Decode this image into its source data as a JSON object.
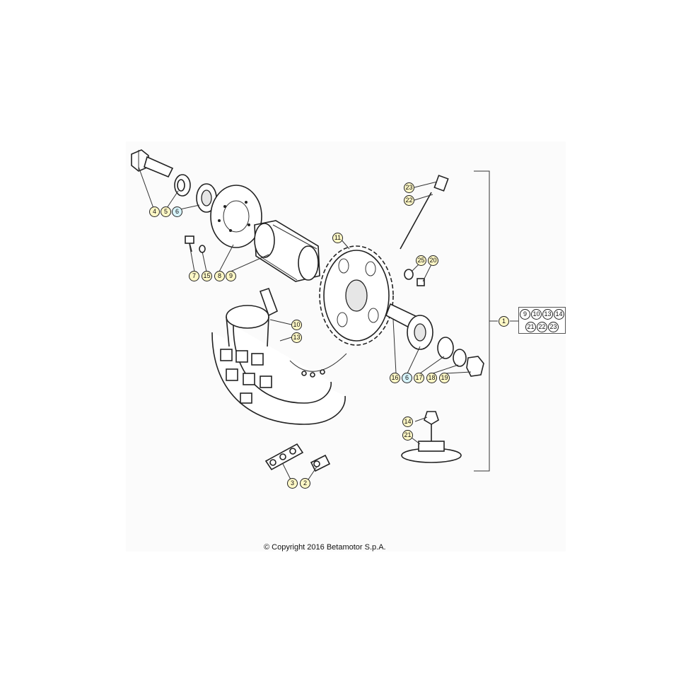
{
  "diagram": {
    "callouts": {
      "c4": "4",
      "c5": "5",
      "c6a": "6",
      "c7": "7",
      "c15": "15",
      "c8": "8",
      "c9": "9",
      "c11": "11",
      "c23": "23",
      "c22": "22",
      "c25": "25",
      "c20": "20",
      "c10": "10",
      "c13": "13",
      "c16": "16",
      "c6b": "6",
      "c17": "17",
      "c18": "18",
      "c19": "19",
      "c1": "1",
      "c14": "14",
      "c21": "21",
      "c3": "3",
      "c2": "2"
    },
    "kit": [
      "9",
      "10",
      "13",
      "14",
      "21",
      "22",
      "23"
    ],
    "copyright": "© Copyright 2016 Betamotor S.p.A.",
    "colors": {
      "callout_yellow": "#fff8c6",
      "callout_blue": "#d7f4fb",
      "panel": "#fbfbfb"
    }
  }
}
